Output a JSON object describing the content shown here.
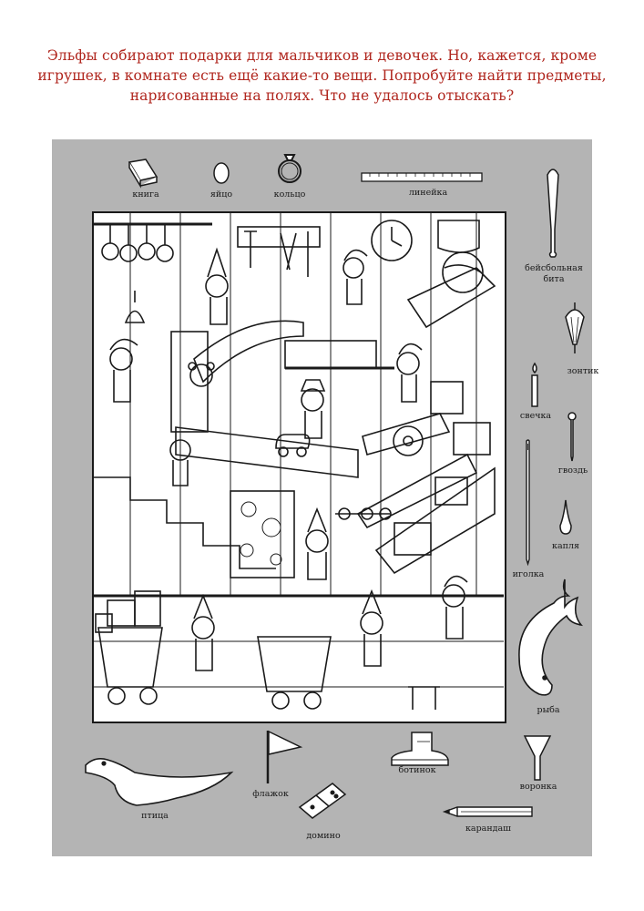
{
  "instructions": {
    "line1": "Эльфы собирают подарки для мальчиков и девочек. Но, кажется, кроме",
    "line2": "игрушек, в комнате есть ещё какие-то вещи. Попробуйте найти предметы,",
    "line3": "нарисованные на полях. Что не удалось отыскать?"
  },
  "items": {
    "book": "книга",
    "egg": "яйцо",
    "ring": "кольцо",
    "ruler": "линейка",
    "bat_line1": "бейсбольная",
    "bat_line2": "бита",
    "umbrella": "зонтик",
    "candle": "свечка",
    "nail": "гвоздь",
    "needle": "иголка",
    "drop": "капля",
    "fish": "рыба",
    "bird": "птица",
    "flag": "флажок",
    "domino": "домино",
    "boot": "ботинок",
    "funnel": "воронка",
    "pencil": "карандаш"
  },
  "colors": {
    "instruction_text": "#b0261e",
    "panel": "#b4b4b4",
    "ink": "#1a1a1a"
  }
}
